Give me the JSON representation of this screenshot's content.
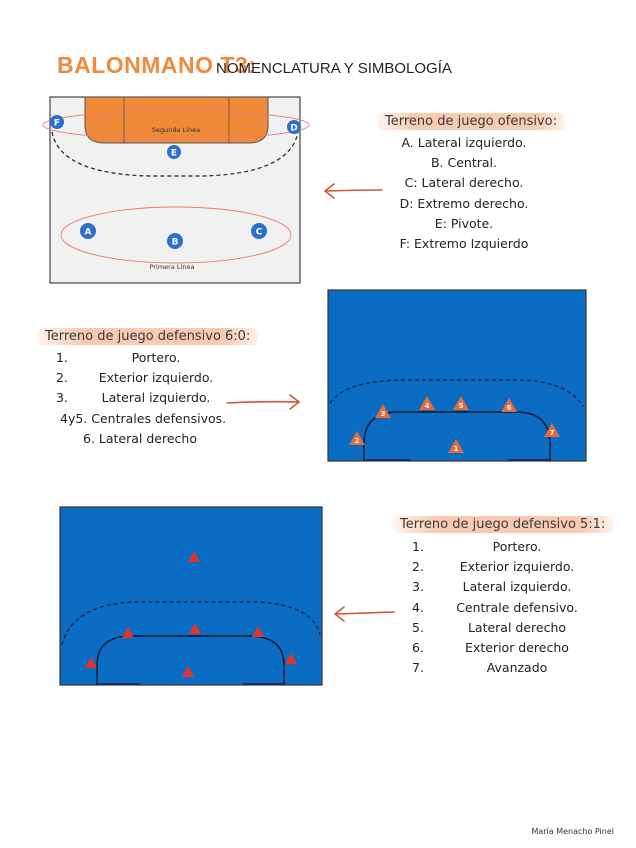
{
  "header": {
    "title": "BALONMANO T3:",
    "subtitle": "NOMENCLATURA Y SIMBOLOGÍA"
  },
  "offensive": {
    "heading": "Terreno de juego ofensivo:",
    "items": [
      "A. Lateral izquierdo.",
      "B. Central.",
      "C: Lateral derecho.",
      "D: Extremo derecho.",
      "E: Pivote.",
      "F: Extremo Izquierdo"
    ],
    "court_labels": {
      "second_line": "Segunda Línea",
      "first_line": "Primera Línea"
    },
    "players": [
      "F",
      "E",
      "D",
      "A",
      "B",
      "C"
    ]
  },
  "defense_60": {
    "heading": "Terreno de juego defensivo 6:0:",
    "items": [
      {
        "num": "1.",
        "text": "Portero."
      },
      {
        "num": "2.",
        "text": "Exterior izquierdo."
      },
      {
        "num": "3.",
        "text": "Lateral izquierdo."
      },
      {
        "num": "",
        "text": "4y5. Centrales defensivos."
      },
      {
        "num": "",
        "text": "6. Lateral derecho"
      }
    ],
    "players": [
      "1",
      "2",
      "3",
      "4",
      "5",
      "6",
      "7"
    ]
  },
  "defense_51": {
    "heading": "Terreno de juego defensivo 5:1:",
    "items": [
      {
        "num": "1.",
        "text": "Portero."
      },
      {
        "num": "2.",
        "text": "Exterior izquierdo."
      },
      {
        "num": "3.",
        "text": "Lateral izquierdo."
      },
      {
        "num": "4.",
        "text": "Centrale defensivo."
      },
      {
        "num": "5.",
        "text": "Lateral derecho"
      },
      {
        "num": "6.",
        "text": "Exterior derecho"
      },
      {
        "num": "7.",
        "text": "Avanzado"
      }
    ]
  },
  "footer": {
    "author": "María Menacho Pinel"
  },
  "colors": {
    "accent_orange": "#f08a3c",
    "court_blue": "#0b6cc4",
    "player_blue": "#2d6fd0",
    "cone_red": "#e2332b",
    "cone_orange": "#e86a3a",
    "highlight": "#f6b998"
  }
}
